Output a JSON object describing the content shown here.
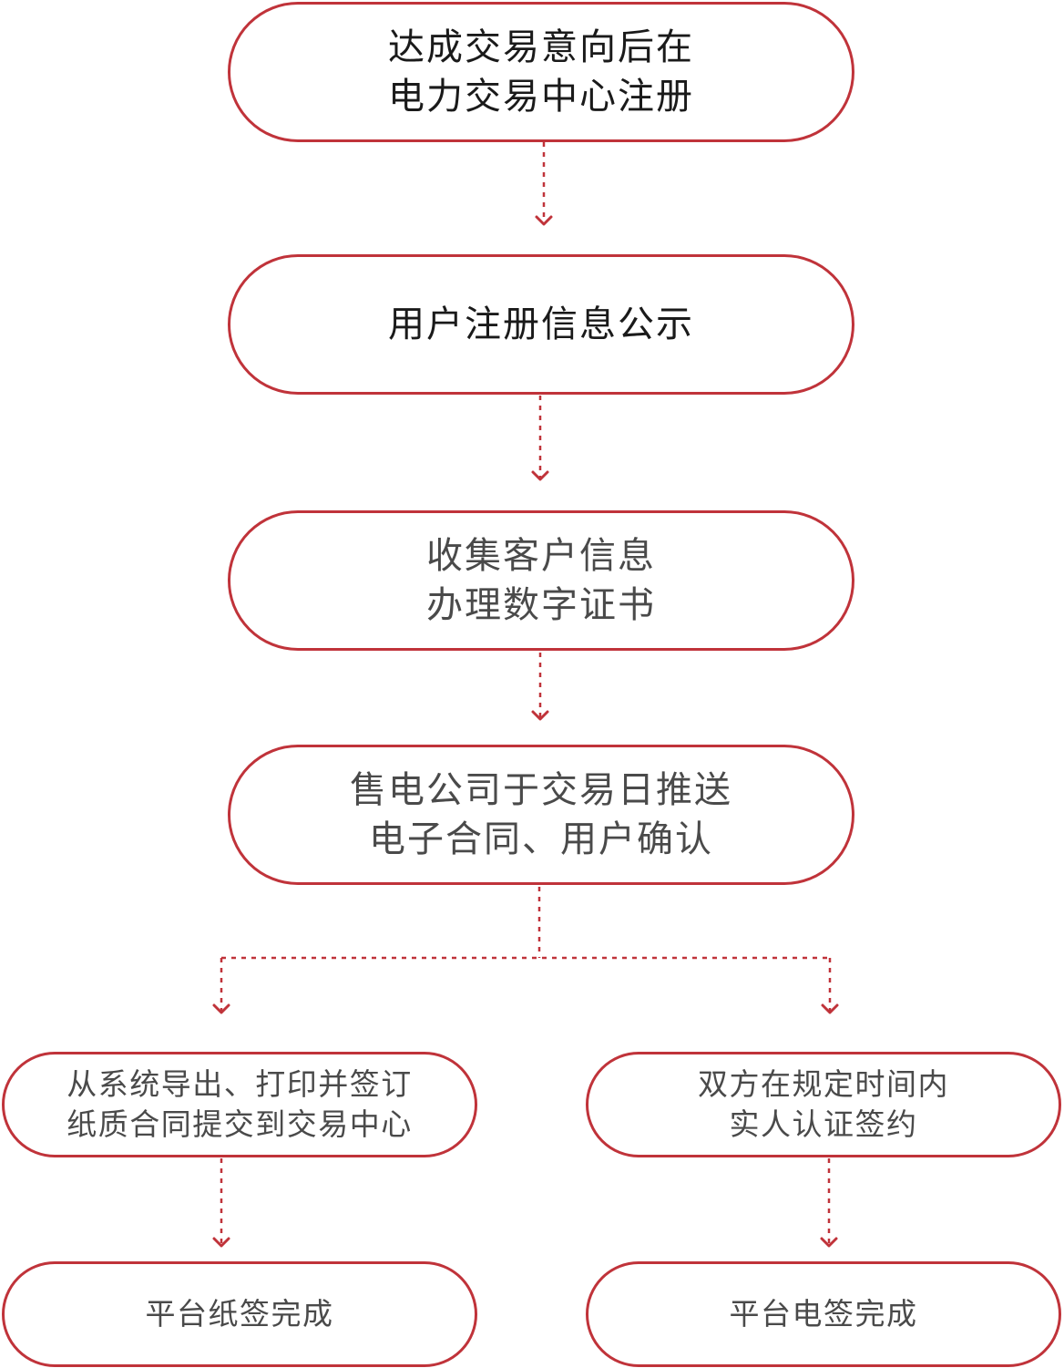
{
  "steps": [
    {
      "lines": [
        "达成交易意向后在",
        "电力交易中心注册"
      ]
    },
    {
      "lines": [
        "用户注册信息公示"
      ]
    },
    {
      "lines": [
        "收集客户信息",
        "办理数字证书"
      ]
    },
    {
      "lines": [
        "售电公司于交易日推送",
        "电子合同、用户确认"
      ]
    }
  ],
  "branches": {
    "left": [
      {
        "lines": [
          "从系统导出、打印并签订",
          "纸质合同提交到交易中心"
        ]
      },
      {
        "lines": [
          "平台纸签完成"
        ]
      }
    ],
    "right": [
      {
        "lines": [
          "双方在规定时间内",
          "实人认证签约"
        ]
      },
      {
        "lines": [
          "平台电签完成"
        ]
      }
    ]
  },
  "colors": {
    "border": "#c0333a",
    "connector": "#c0333a",
    "text_primary": "#1a1a1a",
    "text_secondary": "#4a4a4a"
  }
}
